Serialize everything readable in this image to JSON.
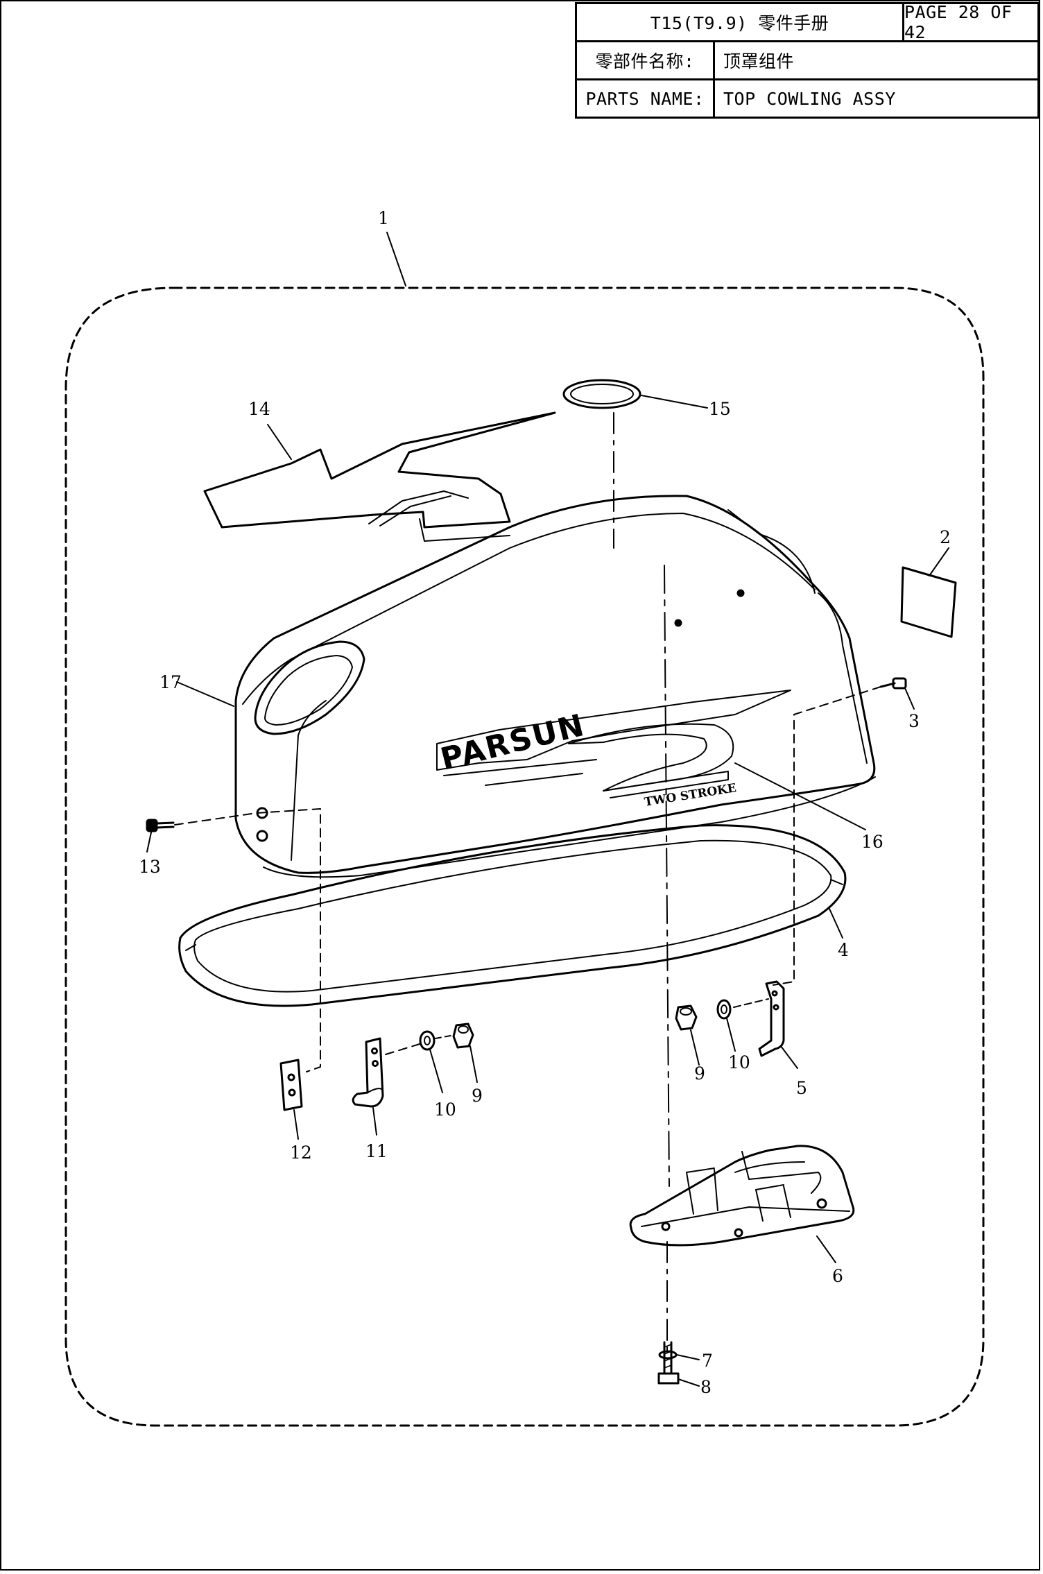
{
  "header": {
    "manual_title": "T15(T9.9) 零件手册",
    "page": "PAGE 28 OF 42",
    "name_label_cn": "零部件名称:",
    "name_value_cn": "顶罩组件",
    "name_label_en": "PARTS NAME:",
    "name_value_en": "TOP COWLING ASSY"
  },
  "diagram": {
    "brand_text": "PARSUN",
    "decal_text": "TWO STROKE",
    "callouts": [
      "1",
      "2",
      "3",
      "4",
      "5",
      "6",
      "7",
      "8",
      "9",
      "10",
      "9",
      "10",
      "11",
      "12",
      "13",
      "14",
      "15",
      "16",
      "17"
    ]
  }
}
